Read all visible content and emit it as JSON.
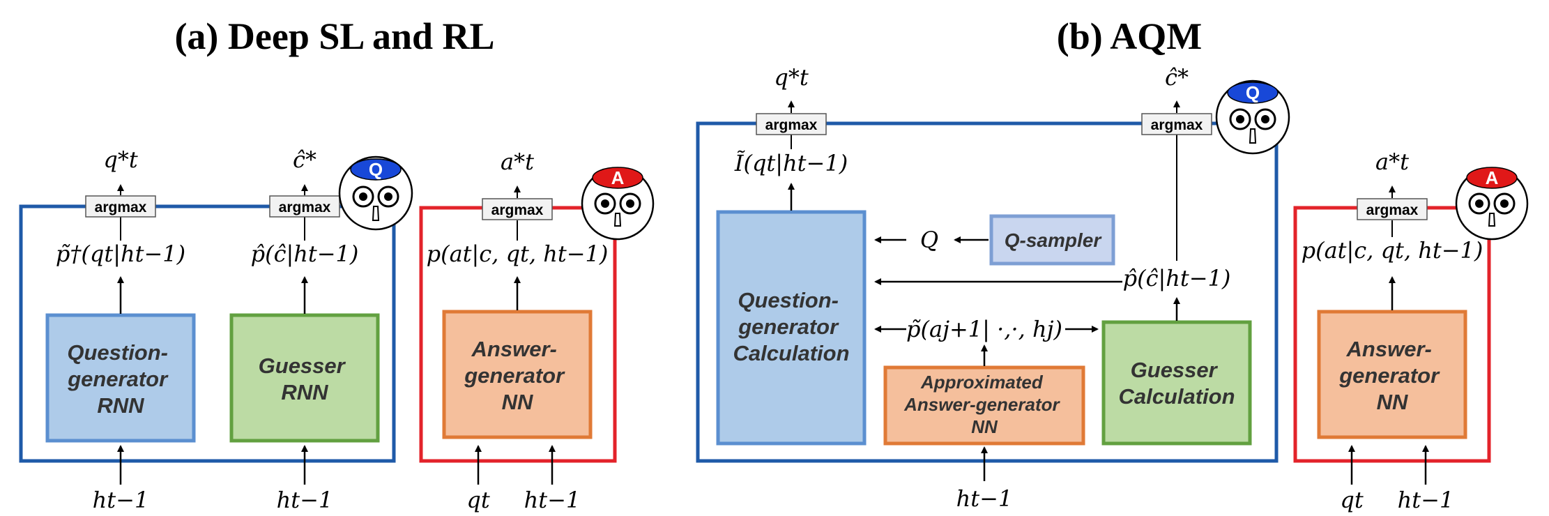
{
  "panel_a": {
    "title": "(a) Deep SL and RL",
    "argmax": "argmax",
    "qgen_label": [
      "Question-",
      "generator",
      "RNN"
    ],
    "guesser_label": [
      "Guesser",
      "RNN"
    ],
    "qgen_prob": "p̃†(qt|ht−1)",
    "guesser_prob": "p̂(ĉ|ht−1)",
    "q_out": "q*t",
    "c_out": "ĉ*",
    "input_h1": "ht−1",
    "input_h2": "ht−1",
    "answer": {
      "label": [
        "Answer-",
        "generator",
        "NN"
      ],
      "prob": "p(at|c, qt, ht−1)",
      "out": "a*t",
      "input_q": "qt",
      "input_h": "ht−1"
    },
    "badge_q": "Q",
    "badge_a": "A"
  },
  "panel_b": {
    "title": "(b) AQM",
    "argmax": "argmax",
    "qgen_label": [
      "Question-",
      "generator",
      "Calculation"
    ],
    "qsampler": "Q-sampler",
    "q_symbol": "Q",
    "approx_label": [
      "Approximated",
      "Answer-generator",
      "NN"
    ],
    "guesser_label": [
      "Guesser",
      "Calculation"
    ],
    "info_prob": "Ĩ(qt|ht−1)",
    "guesser_prob": "p̂(ĉ|ht−1)",
    "approx_prob": "p̃(aj+1| ·,·, hj)",
    "q_out": "q*t",
    "c_out": "ĉ*",
    "input_h": "ht−1",
    "answer": {
      "label": [
        "Answer-",
        "generator",
        "NN"
      ],
      "prob": "p(at|c, qt, ht−1)",
      "out": "a*t",
      "input_q": "qt",
      "input_h": "ht−1"
    },
    "badge_q": "Q",
    "badge_a": "A"
  },
  "colors": {
    "blue_frame": "#1f5aa8",
    "red_frame": "#e3232a",
    "qgen_fill": "#aecbe9",
    "qgen_stroke": "#5b8fd0",
    "guesser_fill": "#bcdba4",
    "guesser_stroke": "#62a040",
    "answer_fill": "#f5bf9c",
    "answer_stroke": "#e07a36",
    "qsampler_fill": "#c9d6ef",
    "badge_q": "#1848d8",
    "badge_a": "#e01818"
  }
}
